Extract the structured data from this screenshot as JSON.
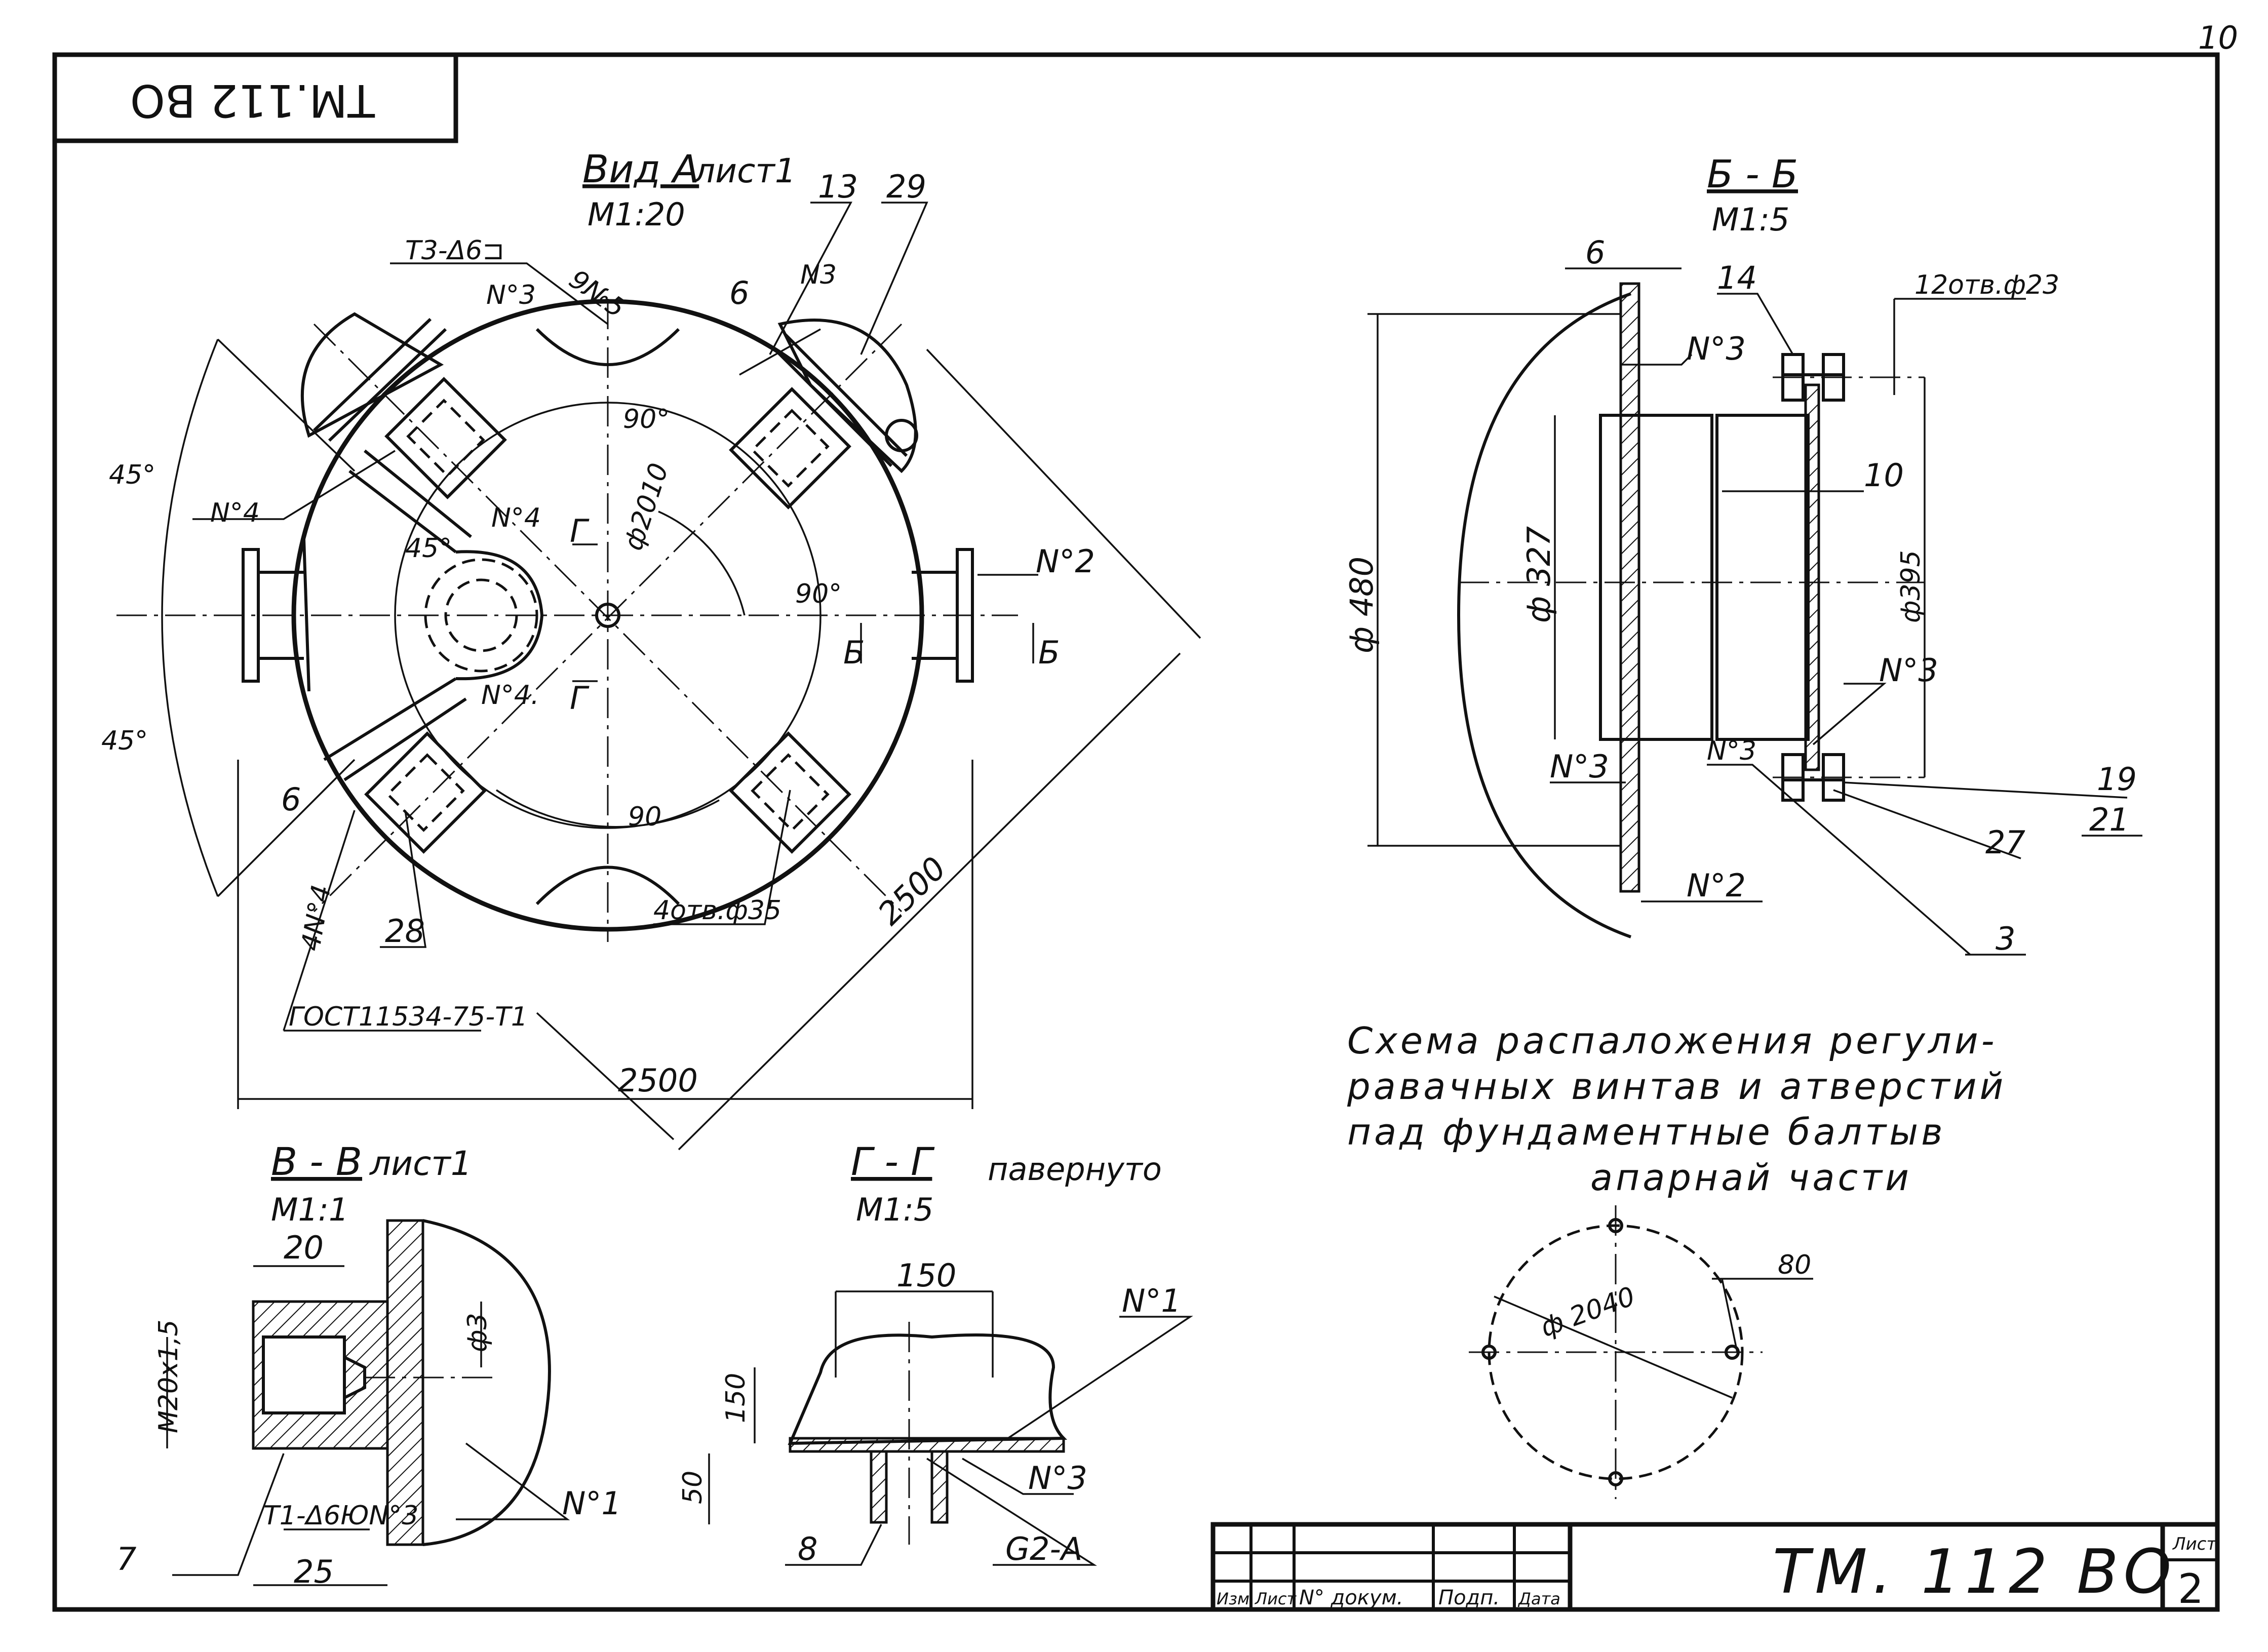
{
  "sheet": {
    "number": "10",
    "designation": "ТМ. 112 ВО",
    "designation_mirrored": "ТМ.112 ВО",
    "list_label": "Лист",
    "list_number": "2"
  },
  "title_block": {
    "headers": [
      "Изм",
      "Лист",
      "N° докум.",
      "Подп.",
      "Дата"
    ]
  },
  "view_a": {
    "title": "Вид А",
    "sheet_ref": "лист1",
    "scale": "М1:20",
    "labels": {
      "weld": "Т3-Δ6⊐",
      "weld2": "9№5",
      "n3_top": "N°3",
      "n13": "13",
      "n29": "29",
      "n3b": "N3",
      "dim6_top": "6",
      "ang90_top": "90°",
      "dia2010": "ф2010",
      "n4_left": "N°4",
      "n4_mid": "N°4",
      "n4_low": "N°4.",
      "ang45_inner": "45°",
      "g_top": "Г",
      "g_bot": "Г",
      "n2": "N°2",
      "ang90_right": "90°",
      "b_left": "Б",
      "b_right": "Б",
      "ang45_top": "45°",
      "ang45_bot": "45°",
      "dim6_left": "6",
      "ang90_bot": "90",
      "holes": "4отв.ф35",
      "n28": "28",
      "n4_4": "4N°4",
      "gost": "ГОСТ11534-75-Т1",
      "dim2500_diag": "2500",
      "dim2500_h": "2500"
    }
  },
  "section_b": {
    "title": "Б - Б",
    "scale": "М1:5",
    "labels": {
      "dim6": "6",
      "n14": "14",
      "holes": "12отв.ф23",
      "n3_a": "N°3",
      "dim10": "10",
      "dia327": "ф 327",
      "dia480": "ф 480",
      "dia395": "ф395",
      "n3_b": "N°3",
      "n3_c": "N°3",
      "n3_d": "N°3",
      "n19": "19",
      "n21": "21",
      "n27": "27",
      "n2": "N°2",
      "n3": "3"
    }
  },
  "note": {
    "lines": [
      "Схема распаложения регули-",
      "равачных винтав и атверстий",
      "пад фундаментные балтыв",
      "апарнай части"
    ]
  },
  "scheme": {
    "dia2040": "ф 2040",
    "dim80": "80"
  },
  "section_v": {
    "title": "В - В",
    "sheet_ref": "лист1",
    "scale": "М1:1",
    "labels": {
      "dim20": "20",
      "thread": "М20х1,5",
      "dia3": "ф3",
      "weld": "Т1-Δ6ЮN°3",
      "n1": "N°1",
      "n7": "7",
      "dim25": "25"
    }
  },
  "section_g": {
    "title": "Г - Г",
    "rotated": "павернуто",
    "scale": "М1:5",
    "labels": {
      "dim150": "150",
      "n1": "N°1",
      "dim150v": "150",
      "dim50": "50",
      "n3": "N°3",
      "n8": "8",
      "g2a": "G2-А"
    }
  }
}
